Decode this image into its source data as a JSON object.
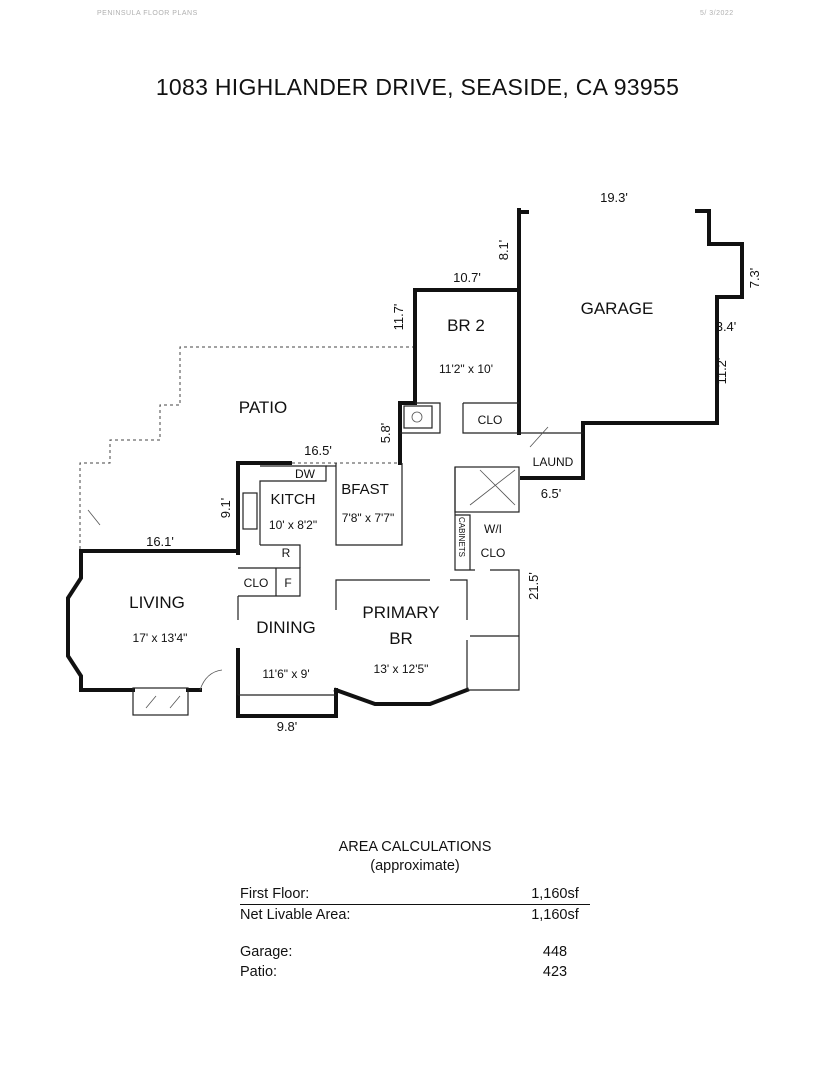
{
  "header": {
    "left": "PENINSULA FLOOR PLANS",
    "right": "5/  3/2022"
  },
  "title": "1083 HIGHLANDER DRIVE, SEASIDE, CA  93955",
  "rooms": {
    "garage": {
      "name": "GARAGE"
    },
    "br2": {
      "name": "BR 2",
      "size": "11'2\" x 10'"
    },
    "patio": {
      "name": "PATIO"
    },
    "kitchen": {
      "name": "KITCH",
      "size": "10' x 8'2\""
    },
    "bfast": {
      "name": "BFAST",
      "size": "7'8\" x 7'7\""
    },
    "living": {
      "name": "LIVING",
      "size": "17' x 13'4\""
    },
    "dining": {
      "name": "DINING",
      "size": "11'6\" x 9'"
    },
    "primary": {
      "name1": "PRIMARY",
      "name2": "BR",
      "size": "13' x 12'5\""
    }
  },
  "labels": {
    "laund": "LAUND",
    "clo_br2": "CLO",
    "clo_kitchen": "CLO",
    "wi": "W/I",
    "wi_clo": "CLO",
    "cabinets": "CABINETS",
    "dw": "DW",
    "r": "R",
    "f": "F"
  },
  "measurements": {
    "garage_top": "19.3'",
    "garage_right_upper": "7.3'",
    "garage_jog": "3.4'",
    "garage_right_lower": "11.2'",
    "garage_left_upper": "8.1'",
    "br2_top": "10.7'",
    "br2_left": "11.7'",
    "br2_lower": "5.8'",
    "patio_edge": "16.5'",
    "kitchen_left": "9.1'",
    "living_top": "16.1'",
    "laund_bottom": "6.5'",
    "primary_right": "21.5'",
    "dining_bottom": "9.8'"
  },
  "area": {
    "heading": "AREA CALCULATIONS",
    "subheading": "(approximate)",
    "rows": [
      {
        "label": "First  Floor:",
        "value": "1,160sf"
      },
      {
        "label": "Net Livable Area:",
        "value": "1,160sf"
      },
      {
        "label": "Garage:",
        "value": "448"
      },
      {
        "label": "Patio:",
        "value": "423"
      }
    ]
  }
}
